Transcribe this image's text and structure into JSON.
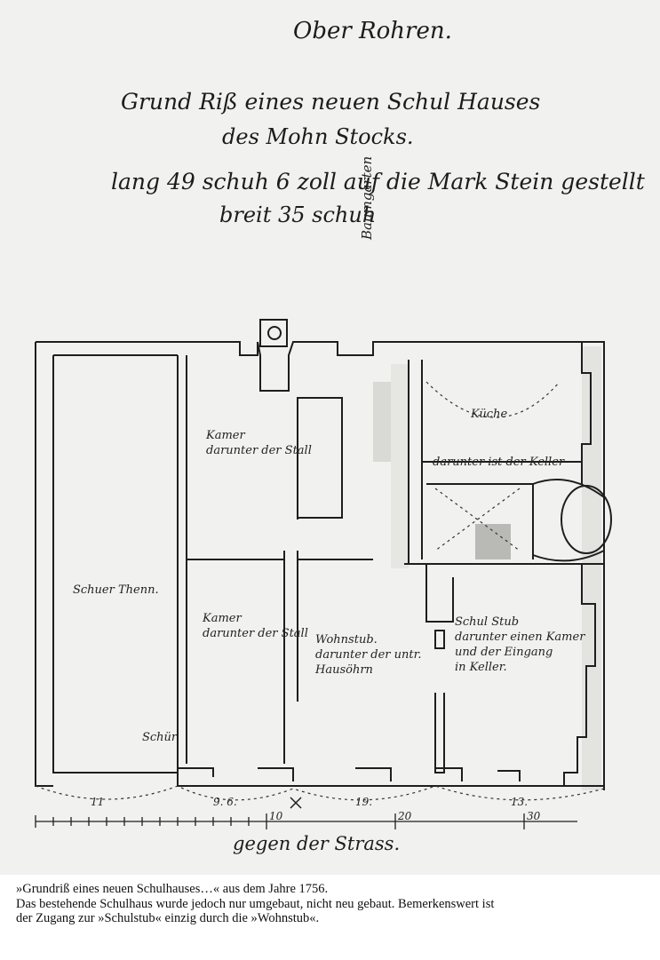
{
  "plan": {
    "title": "Ober Rohren.",
    "line1": "Grund Riß eines neuen Schul Hauses",
    "line2": "des Mohn Stocks.",
    "line3": "lang 49 schuh 6 zoll auf die Mark Stein gestellt",
    "line4": "breit 35 schuh",
    "garden": "Baumgarten",
    "road": "gegen der Strass.",
    "rooms": {
      "kammer_top": [
        "Kamer",
        "darunter der Stall"
      ],
      "kammer_mid": [
        "Kamer",
        "darunter der Stall"
      ],
      "kuche": "Küche",
      "keller_note": "darunter ist der Keller",
      "scheuer": "Schuer Thenn.",
      "wohnstub": [
        "Wohnstub.",
        "darunter der untr.",
        "Hausöhrn"
      ],
      "schulstub": [
        "Schul Stub",
        "darunter einen Kamer",
        "und der Eingang",
        "in Keller."
      ],
      "schur": "Schür"
    },
    "scale": {
      "dim_left": "11",
      "dim_mid": "9. 6.",
      "dim_right_mid": "19.",
      "dim_right": "13.",
      "tick_10": "10",
      "tick_20": "20",
      "tick_30": "30"
    }
  },
  "caption": {
    "line1": "»Grundriß eines neuen Schulhauses…« aus dem Jahre 1756.",
    "line2": "Das bestehende Schulhaus wurde jedoch nur umgebaut, nicht neu gebaut. Bemerkenswert ist",
    "line3": "der Zugang zur »Schulstub« einzig durch die »Wohnstub«."
  }
}
